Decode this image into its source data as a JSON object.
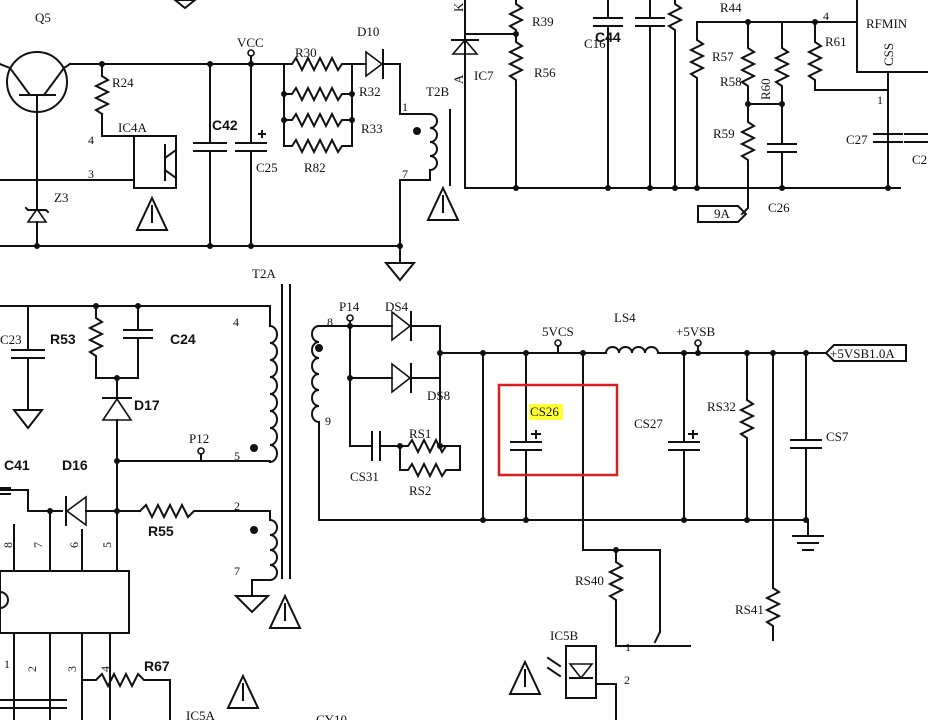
{
  "diagram": {
    "labels": {
      "q5": "Q5",
      "r24": "R24",
      "vcc": "VCC",
      "r30": "R30",
      "d10": "D10",
      "r32": "R32",
      "r33": "R33",
      "r82": "R82",
      "c42": "C42",
      "c25": "C25",
      "ic4a": "IC4A",
      "z3": "Z3",
      "t2b": "T2B",
      "k": "K",
      "a": "A",
      "r39": "R39",
      "r56": "R56",
      "ic7": "IC7",
      "c16": "C16",
      "c44": "C44",
      "r44": "R44",
      "r57": "R57",
      "r58": "R58",
      "r60": "R60",
      "r59": "R59",
      "c26": "C26",
      "r61": "R61",
      "rfmin": "RFMIN",
      "css": "CSS",
      "c27": "C27",
      "c2x": "C2",
      "tag9a": "9A",
      "t2a": "T2A",
      "c23": "C23",
      "r53": "R53",
      "c24": "C24",
      "d17": "D17",
      "p12": "P12",
      "c41": "C41",
      "d16": "D16",
      "r55": "R55",
      "r67": "R67",
      "ic5a": "IC5A",
      "cy10": "CY10",
      "p14": "P14",
      "ds4": "DS4",
      "ds8": "DS8",
      "cs31": "CS31",
      "rs1": "RS1",
      "rs2": "RS2",
      "vcs": "5VCS",
      "ls4": "LS4",
      "vsb": "+5VSB",
      "vsb_tag": "+5VSB1.0A",
      "cs26": "CS26",
      "cs27": "CS27",
      "rs32": "RS32",
      "cs7": "CS7",
      "rs40": "RS40",
      "rs41": "RS41",
      "ic5b": "IC5B"
    },
    "pins": {
      "p4a": "4",
      "p3a": "3",
      "p1t2b": "1",
      "p7t2b": "7",
      "p1css": "1",
      "p4rf": "4",
      "p4t2a": "4",
      "p5t2a": "5",
      "p2t2a": "2",
      "p7t2a": "7",
      "p8t2a": "8",
      "p9t2a": "9",
      "p8ic": "8",
      "p7ic": "7",
      "p6ic": "6",
      "p5ic": "5",
      "p1ic": "1",
      "p2ic": "2",
      "p3ic": "3",
      "p4ic": "4",
      "p1b": "1",
      "p2b": "2"
    },
    "colors": {
      "line": "#111111",
      "highlight_box": "#d42020",
      "label_highlight": "#ffff33"
    }
  }
}
